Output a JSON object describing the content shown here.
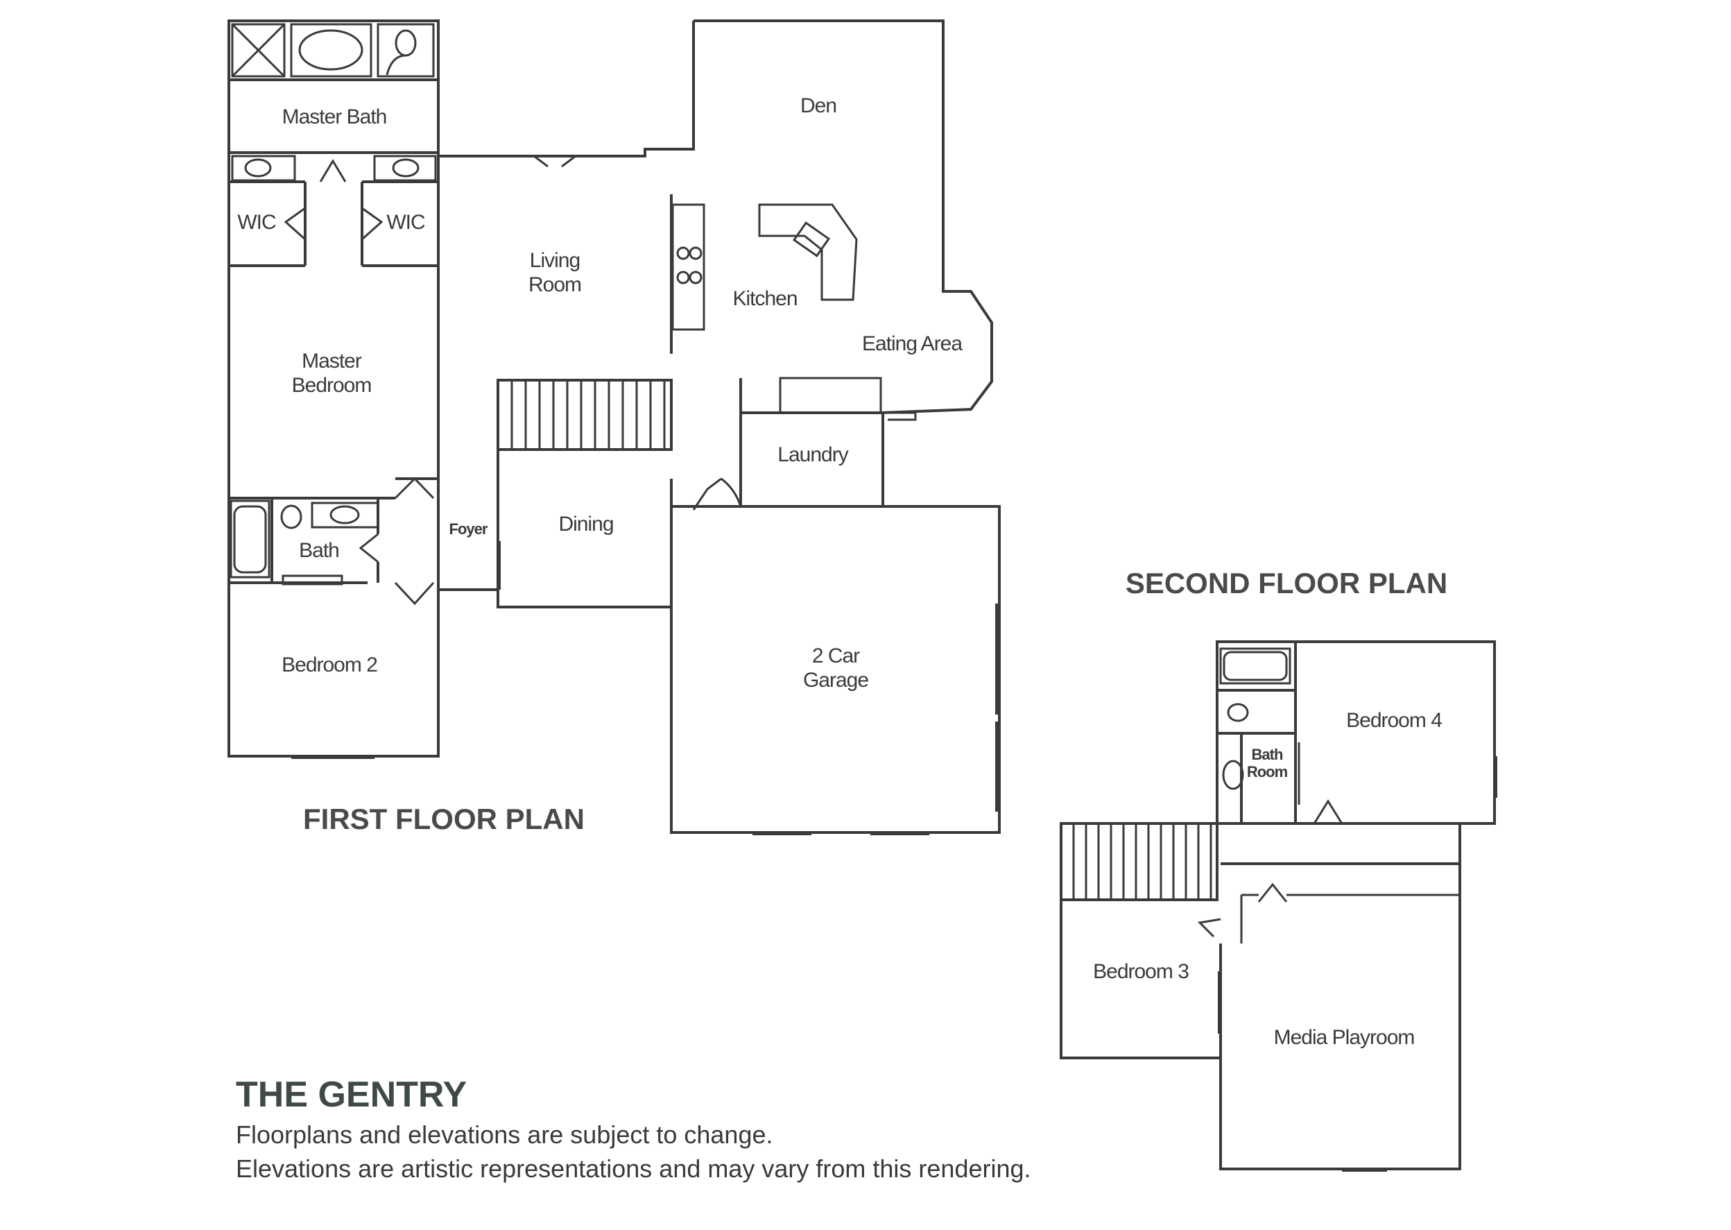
{
  "first_floor": {
    "title": "FIRST FLOOR PLAN",
    "rooms": {
      "master_bath": "Master Bath",
      "wic_left": "WIC",
      "wic_right": "WIC",
      "master_bedroom_1": "Master",
      "master_bedroom_2": "Bedroom",
      "bath": "Bath",
      "bedroom_2": "Bedroom 2",
      "foyer": "Foyer",
      "living_room_1": "Living",
      "living_room_2": "Room",
      "dining": "Dining",
      "den": "Den",
      "kitchen": "Kitchen",
      "eating_area": "Eating Area",
      "laundry": "Laundry",
      "garage_1": "2 Car",
      "garage_2": "Garage"
    }
  },
  "second_floor": {
    "title": "SECOND FLOOR PLAN",
    "rooms": {
      "bedroom_4": "Bedroom 4",
      "bath_room_1": "Bath",
      "bath_room_2": "Room",
      "bedroom_3": "Bedroom 3",
      "media_playroom": "Media Playroom"
    }
  },
  "footer": {
    "brand": "THE GENTRY",
    "note_1": "Floorplans and elevations are subject to change.",
    "note_2": "Elevations are artistic representations and may vary from this rendering."
  }
}
